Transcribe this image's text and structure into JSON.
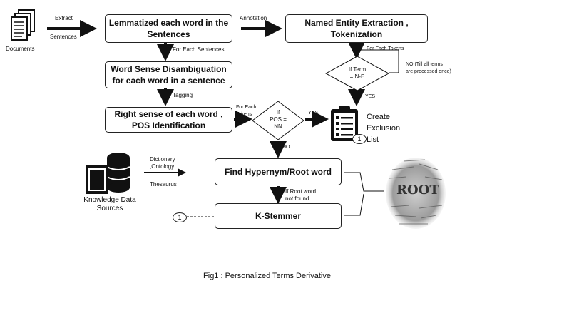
{
  "documents_label": "Documents",
  "edge_labels": {
    "extract": "Extract",
    "sentences": "Sentences",
    "annotation": "Annotation",
    "for_each_sentences": "For Each Sentences",
    "for_each_tokens_top": "For Each  Tokens",
    "tagging": "Tagging",
    "for_each_tokens_mid": "For Each\nTokens",
    "yes_pos": "YES",
    "no_pos": "NO",
    "yes_term": "YES",
    "no_term": "NO (Till  all terms\nare processed once)",
    "dictionary": "Dictionary\n,Ontology",
    "thesaurus": "Thesaurus",
    "root_not_found": "If Root word\nnot found"
  },
  "boxes": {
    "lemmatize": "Lemmatized each word in the\nSentences",
    "ner": "Named Entity Extraction ,\nTokenization",
    "wsd": "Word Sense Disambiguation\nfor each word in a sentence",
    "right_sense": "Right sense of each word ,\nPOS Identification",
    "hypernym": "Find Hypernym/Root word",
    "stemmer": "K-Stemmer"
  },
  "decisions": {
    "term": "If Term\n= N-E",
    "pos": "If\nPOS =\nNN"
  },
  "exclusion_label": "Create\nExclusion\nList",
  "connector_number": "1",
  "knowledge_label": "Knowledge Data\nSources",
  "wordcloud_word": "ROOT",
  "caption": "Fig1 : Personalized Terms Derivative",
  "colors": {
    "line": "#111111",
    "dark": "#1a1a1a"
  }
}
